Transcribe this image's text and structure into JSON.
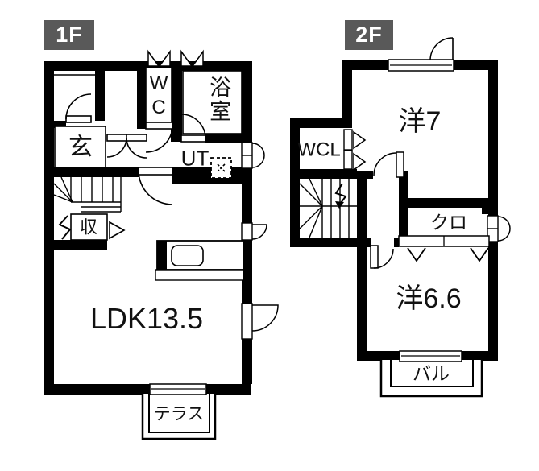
{
  "colors": {
    "wall": "#000000",
    "line": "#000000",
    "floor_label_bg": "#595959",
    "floor_label_text": "#ffffff",
    "background": "#ffffff"
  },
  "floor1": {
    "label": "1F",
    "rooms": {
      "entrance": "玄",
      "wc": "WC",
      "bath": "浴室",
      "utility": "UT",
      "storage": "収",
      "ldk": "LDK13.5",
      "terrace": "テラス"
    }
  },
  "floor2": {
    "label": "2F",
    "rooms": {
      "room7": "洋7",
      "walk_in_closet": "WCL",
      "closet": "クロ",
      "room66": "洋6.6",
      "balcony": "バル"
    }
  }
}
